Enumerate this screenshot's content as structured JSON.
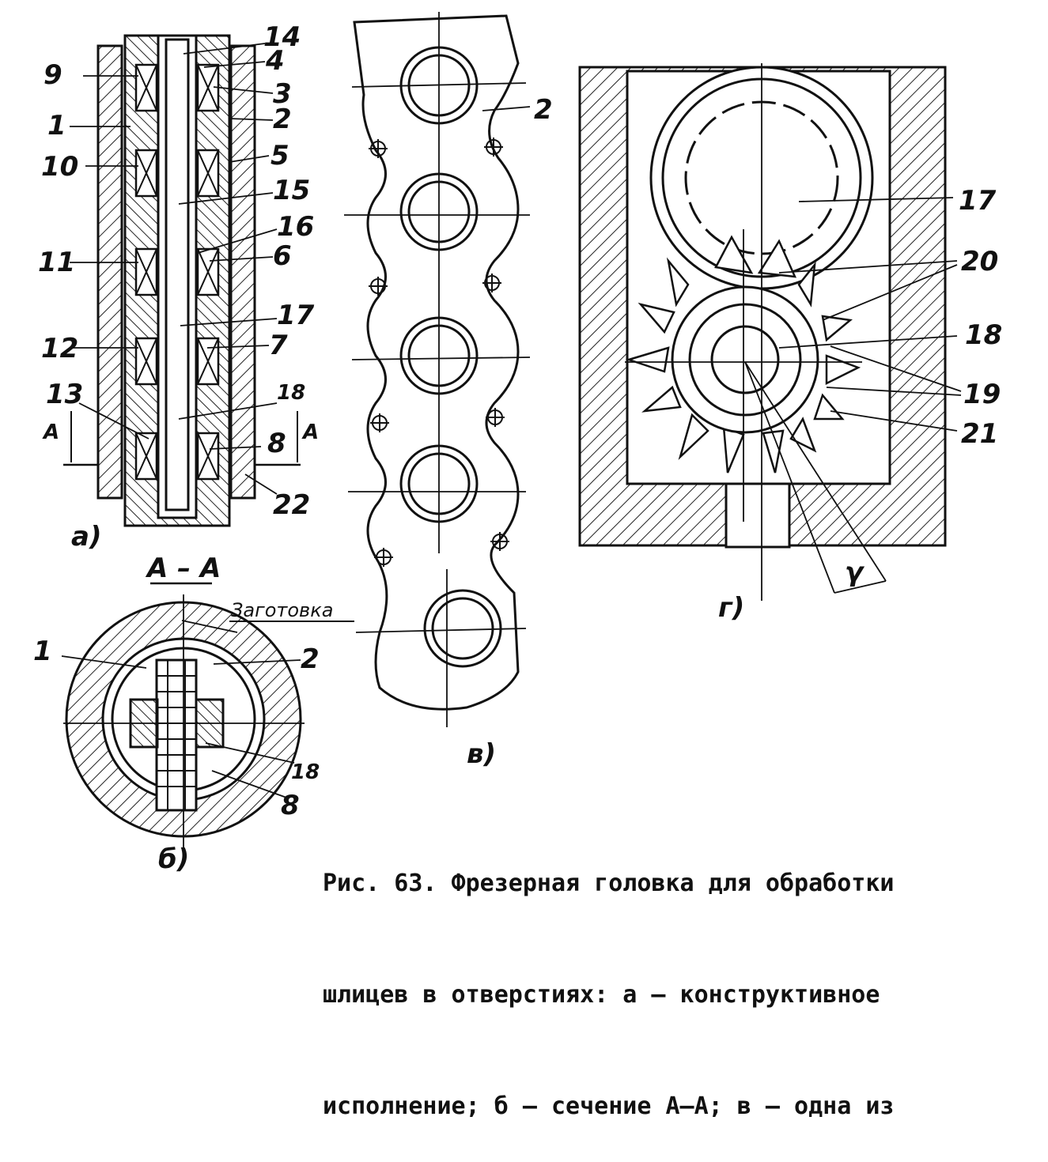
{
  "panel_a": {
    "label": "а)",
    "callouts_left": [
      "9",
      "1",
      "10",
      "11",
      "12",
      "13"
    ],
    "callouts_right": [
      "14",
      "4",
      "3",
      "2",
      "5",
      "15",
      "16",
      "6",
      "17",
      "7",
      "18",
      "8",
      "22"
    ],
    "section_marker_left": "A",
    "section_marker_right": "A"
  },
  "panel_b": {
    "label": "б)",
    "title": "А – А",
    "workpiece_label": "Заготовка",
    "callouts": [
      "1",
      "2",
      "18",
      "8"
    ]
  },
  "panel_v": {
    "label": "в)",
    "callouts": [
      "2"
    ]
  },
  "panel_g": {
    "label": "г)",
    "callouts": [
      "17",
      "20",
      "18",
      "19",
      "21"
    ],
    "angle_label": "γ"
  },
  "caption": {
    "line1": "Рис. 63. Фрезерная головка для обработки",
    "line2": "шлицев в отверстиях: а – конструктивное",
    "line3": "исполнение; б – сечение А–А; в – одна из"
  }
}
